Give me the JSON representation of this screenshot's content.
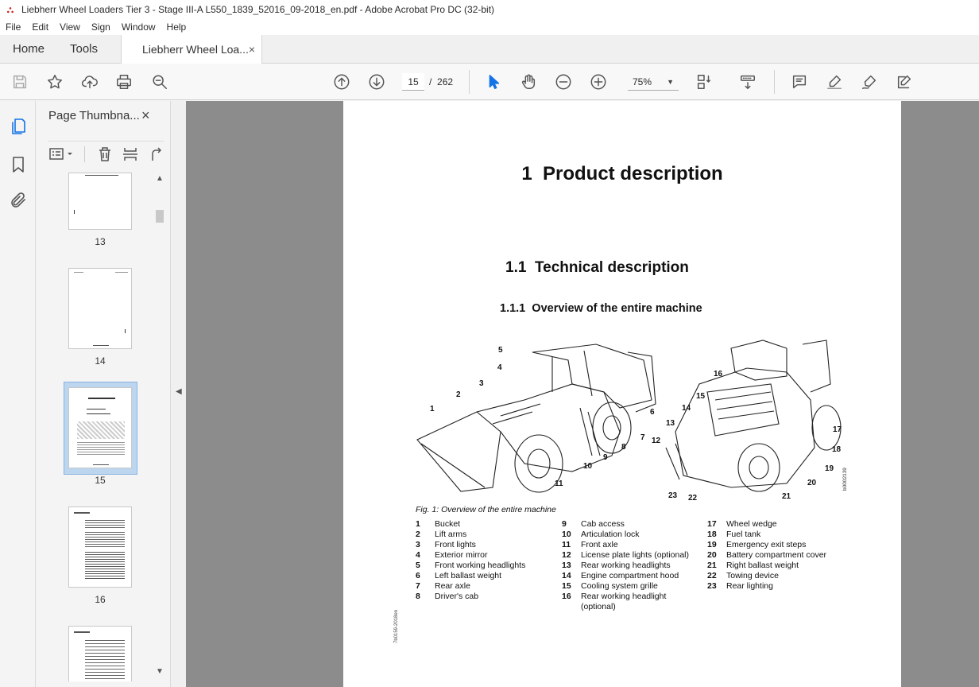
{
  "window": {
    "title": "Liebherr Wheel Loaders Tier 3 - Stage III-A L550_1839_52016_09-2018_en.pdf - Adobe Acrobat Pro DC (32-bit)"
  },
  "menu": [
    "File",
    "Edit",
    "View",
    "Sign",
    "Window",
    "Help"
  ],
  "tabs": {
    "home": "Home",
    "tools": "Tools",
    "document": "Liebherr Wheel Loa...",
    "close": "×"
  },
  "toolbar": {
    "page_current": "15",
    "page_sep": "/",
    "page_total": "262",
    "zoom": "75%"
  },
  "thumbnails": {
    "title": "Page Thumbna...",
    "close": "×",
    "pages": [
      "13",
      "14",
      "15",
      "16"
    ],
    "selected": "15"
  },
  "document": {
    "h1": "1  Product description",
    "h11": "1.1  Technical description",
    "h111": "1.1.1  Overview of the entire machine",
    "figure_caption": "Fig. 1: Overview of the entire machine",
    "figure_code": "b0002139",
    "side_code": "7b0159-2018en",
    "figure_callouts": [
      "1",
      "2",
      "3",
      "4",
      "5",
      "6",
      "7",
      "8",
      "9",
      "10",
      "11",
      "12",
      "13",
      "14",
      "15",
      "16",
      "17",
      "18",
      "19",
      "20",
      "21",
      "22",
      "23"
    ],
    "legend_col1": [
      {
        "n": "1",
        "t": "Bucket"
      },
      {
        "n": "2",
        "t": "Lift arms"
      },
      {
        "n": "3",
        "t": "Front lights"
      },
      {
        "n": "4",
        "t": "Exterior mirror"
      },
      {
        "n": "5",
        "t": "Front working headlights"
      },
      {
        "n": "6",
        "t": "Left ballast weight"
      },
      {
        "n": "7",
        "t": "Rear axle"
      },
      {
        "n": "8",
        "t": "Driver's cab"
      }
    ],
    "legend_col2": [
      {
        "n": "9",
        "t": "Cab access"
      },
      {
        "n": "10",
        "t": "Articulation lock"
      },
      {
        "n": "11",
        "t": "Front axle"
      },
      {
        "n": "12",
        "t": "License plate lights (optional)"
      },
      {
        "n": "13",
        "t": "Rear working headlights"
      },
      {
        "n": "14",
        "t": "Engine compartment hood"
      },
      {
        "n": "15",
        "t": "Cooling system grille"
      },
      {
        "n": "16",
        "t": "Rear working headlight\n(optional)"
      }
    ],
    "legend_col3": [
      {
        "n": "17",
        "t": "Wheel wedge"
      },
      {
        "n": "18",
        "t": "Fuel tank"
      },
      {
        "n": "19",
        "t": "Emergency exit steps"
      },
      {
        "n": "20",
        "t": "Battery compartment cover"
      },
      {
        "n": "21",
        "t": "Right ballast weight"
      },
      {
        "n": "22",
        "t": "Towing device"
      },
      {
        "n": "23",
        "t": "Rear lighting"
      }
    ]
  }
}
